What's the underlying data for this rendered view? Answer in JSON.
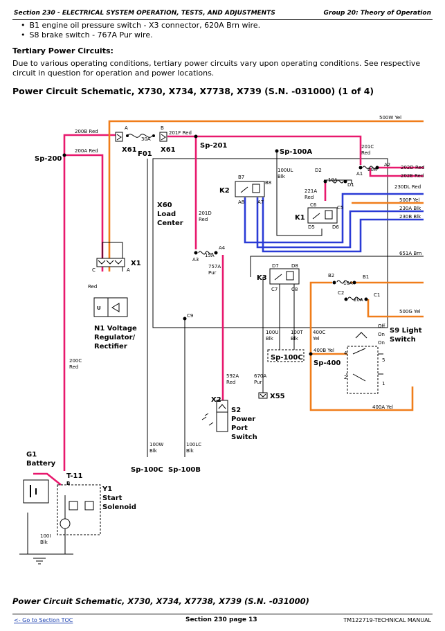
{
  "header": {
    "section": "Section 230 - ELECTRICAL SYSTEM OPERATION, TESTS, AND ADJUSTMENTS",
    "group": "Group 20: Theory of Operation"
  },
  "bullets": [
    "B1 engine oil pressure switch - X3 connector, 620A Brn wire.",
    "S8 brake switch - 767A Pur wire."
  ],
  "tertiary_heading": "Tertiary Power Circuits:",
  "tertiary_text": "Due to various operating conditions, tertiary power circuits vary upon operating conditions. See respective circuit in question for operation and power locations.",
  "figure_title": "Power Circuit Schematic, X730, X734, X7738, X739 (S.N. -031000) (1 of 4)",
  "caption": "Power Circuit Schematic, X730, X734, X7738, X739 (S.N. -031000)",
  "footer": {
    "toc_link": "<- Go to Section TOC",
    "page": "Section 230 page 13",
    "manual": "TM122719-TECHNICAL MANUAL"
  },
  "colors": {
    "red": "#e8186d",
    "orange": "#f07d1a",
    "blue": "#2a3bd6",
    "black": "#000000"
  },
  "diagram": {
    "components": {
      "x60_1": "X60",
      "x60_2": "Load",
      "x60_3": "Center",
      "x61a": "X61",
      "x61b": "X61",
      "f01": "F01",
      "k1": "K1",
      "k2": "K2",
      "k3": "K3",
      "x1": "X1",
      "x2": "X2",
      "x55": "X55",
      "n1_1": "N1 Voltage",
      "n1_2": "Regulator/",
      "n1_3": "Rectifier",
      "g1_1": "G1",
      "g1_2": "Battery",
      "t11": "T-11",
      "y1_1": "Y1",
      "y1_2": "Start",
      "y1_3": "Solenoid",
      "s2_1": "S2",
      "s2_2": "Power",
      "s2_3": "Port",
      "s2_4": "Switch",
      "s9_1": "S9 Light",
      "s9_2": "Switch",
      "sp200": "Sp-200",
      "sp201": "Sp-201",
      "sp100a": "Sp-100A",
      "sp100c_a": "Sp-100C",
      "sp100c_b": "Sp-100C",
      "sp100b": "Sp-100B",
      "sp400": "Sp-400"
    },
    "wires": {
      "w500w": "500W Yel",
      "w200b": "200B Red",
      "w200a": "200A Red",
      "w201f": "201F Red",
      "w201c1": "201C",
      "w201c2": "Red",
      "w202d": "202D Red",
      "w202e": "202E Red",
      "w230dl": "230DL Red",
      "w500p": "500P Yel",
      "w230a": "230A Blk",
      "w230b": "230B Blk",
      "w651a": "651A Brn",
      "w100ul1": "100UL",
      "w100ul2": "Blk",
      "w221a1": "221A",
      "w221a2": "Red",
      "w201d1": "201D",
      "w201d2": "Red",
      "w757a1": "757A",
      "w757a2": "Pur",
      "w200c1": "200C",
      "w200c2": "Red",
      "wred": "Red",
      "w500g": "500G Yel",
      "w400c1": "400C",
      "w400c2": "Yel",
      "w400b": "400B Yel",
      "w400a": "400A Yel",
      "w100u1": "100U",
      "w100u2": "Blk",
      "w100t1": "100T",
      "w100t2": "Blk",
      "w592a1": "592A",
      "w592a2": "Red",
      "w670a1": "670A",
      "w670a2": "Pur",
      "w100w1": "100W",
      "w100w2": "Blk",
      "w100lc1": "100LC",
      "w100lc2": "Blk",
      "w100i1": "100I",
      "w100i2": "Blk"
    },
    "pins": {
      "a": "A",
      "b": "B",
      "c": "C",
      "a2": "A",
      "b_t": "B",
      "c9": "C9",
      "a1": "A1",
      "a2p": "A2",
      "a3": "A3",
      "a4": "A4",
      "b1": "B1",
      "b2": "B2",
      "b7": "B7",
      "b8": "B8",
      "c1": "C1",
      "c2": "C2",
      "c5": "C5",
      "c6": "C6",
      "c7": "C7",
      "c8": "C8",
      "d1": "D1",
      "d2": "D2",
      "d5": "D5",
      "d6": "D6",
      "d7": "D7",
      "d8": "D8",
      "a7": "A7",
      "a8": "A8",
      "s9_4": "4",
      "s9_5": "5",
      "s9_2": "2",
      "s9_1": "1",
      "off": "Off",
      "on1": "On",
      "on2": "On",
      "u": "U"
    },
    "fuses": {
      "f30a": "30A",
      "f20a_a": "20A",
      "f10a_a": "10A",
      "f15a": "15A",
      "f10a_b": "10A",
      "f20a_b": "20A"
    }
  }
}
